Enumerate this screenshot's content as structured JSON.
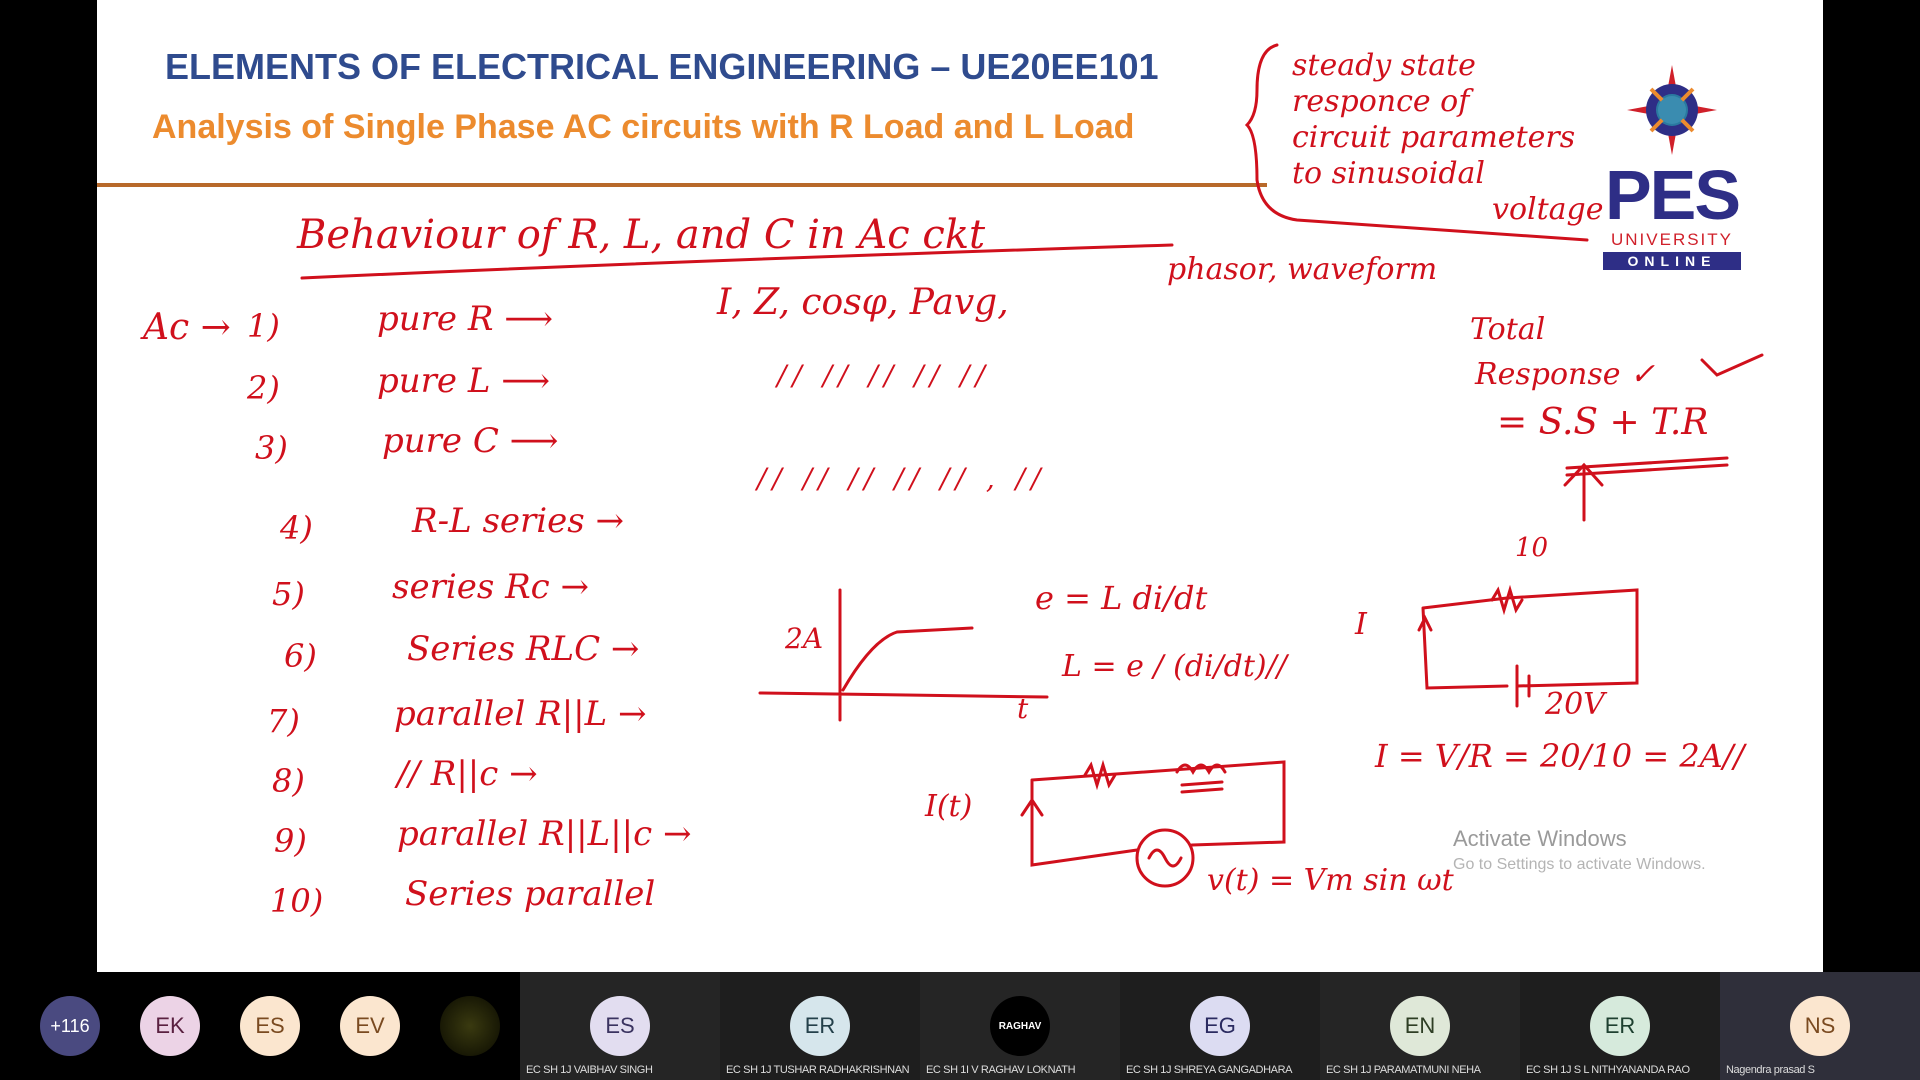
{
  "slide": {
    "title": "ELEMENTS OF ELECTRICAL ENGINEERING – UE20EE101",
    "subtitle": "Analysis of Single Phase AC circuits with R Load and L Load",
    "logo": {
      "name": "PES",
      "line2": "UNIVERSITY",
      "line3": "ONLINE"
    },
    "colors": {
      "title": "#2f4b8e",
      "subtitle": "#ec8b2e",
      "ink": "#d0101c"
    },
    "notes": {
      "heading": "Behaviour of R, L, and C in Ac ckt",
      "bracket": [
        "steady state",
        "responce of",
        "circuit parameters",
        "to sinusoidal",
        "voltage"
      ],
      "params": "I, Z, cosφ, Pavg,",
      "params2": "phasor, waveform",
      "ac": "Ac →",
      "items": [
        {
          "n": "1)",
          "t": "pure R ⟶"
        },
        {
          "n": "2)",
          "t": "pure L ⟶"
        },
        {
          "n": "3)",
          "t": "pure C ⟶"
        },
        {
          "n": "4)",
          "t": "R-L series →"
        },
        {
          "n": "5)",
          "t": "series Rc →"
        },
        {
          "n": "6)",
          "t": "Series RLC →"
        },
        {
          "n": "7)",
          "t": "parallel R||L →"
        },
        {
          "n": "8)",
          "t": "// R||c →"
        },
        {
          "n": "9)",
          "t": "parallel R||L||c →"
        },
        {
          "n": "10)",
          "t": "Series parallel"
        }
      ],
      "ditto2": "//   //   //   //   //",
      "ditto3": "// //  //  //   //   ,  //",
      "total": "Total",
      "response": "Response ✓",
      "sum": "= S.S + T.R",
      "graph_label": "2A",
      "graph_t": "t",
      "eq1": "e = L di/dt",
      "eq2": "L = e / (di/dt)//",
      "r_val": "10",
      "cur": "I",
      "volt": "20V",
      "ohm": "I = V/R = 20/10 = 2A//",
      "it": "I(t)",
      "vt": "v(t) = Vm sin ωt"
    },
    "watermark": {
      "line1": "Activate Windows",
      "line2": "Go to Settings to activate Windows."
    }
  },
  "participants": {
    "overflow": "+116",
    "small": [
      {
        "i": "EK",
        "bg": "#ecd3e6",
        "fg": "#5a2040"
      },
      {
        "i": "ES",
        "bg": "#fbe6cf",
        "fg": "#7a4a20"
      },
      {
        "i": "EV",
        "bg": "#fbe6cf",
        "fg": "#7a4a20"
      }
    ],
    "tiles": [
      {
        "i": "ES",
        "name": "EC SH 1J VAIBHAV SINGH",
        "bg": "#e2ddf0",
        "fg": "#3a3360"
      },
      {
        "i": "ER",
        "name": "EC SH 1J TUSHAR RADHAKRISHNAN",
        "bg": "#d6e6ec",
        "fg": "#24404a"
      },
      {
        "i": "RAGHAV",
        "name": "EC SH 1I V RAGHAV LOKNATH",
        "bg": "#000",
        "fg": "#fff"
      },
      {
        "i": "EG",
        "name": "EC SH 1J SHREYA GANGADHARA",
        "bg": "#dcdcf2",
        "fg": "#2a2a60"
      },
      {
        "i": "EN",
        "name": "EC SH 1J PARAMATMUNI NEHA",
        "bg": "#dfe8d8",
        "fg": "#2e3e24"
      },
      {
        "i": "ER",
        "name": "EC SH 1J S L NITHYANANDA RAO",
        "bg": "#d6eadc",
        "fg": "#1e4030"
      },
      {
        "i": "NS",
        "name": "Nagendra prasad S",
        "bg": "#fbe6cf",
        "fg": "#7a4a20"
      }
    ]
  }
}
